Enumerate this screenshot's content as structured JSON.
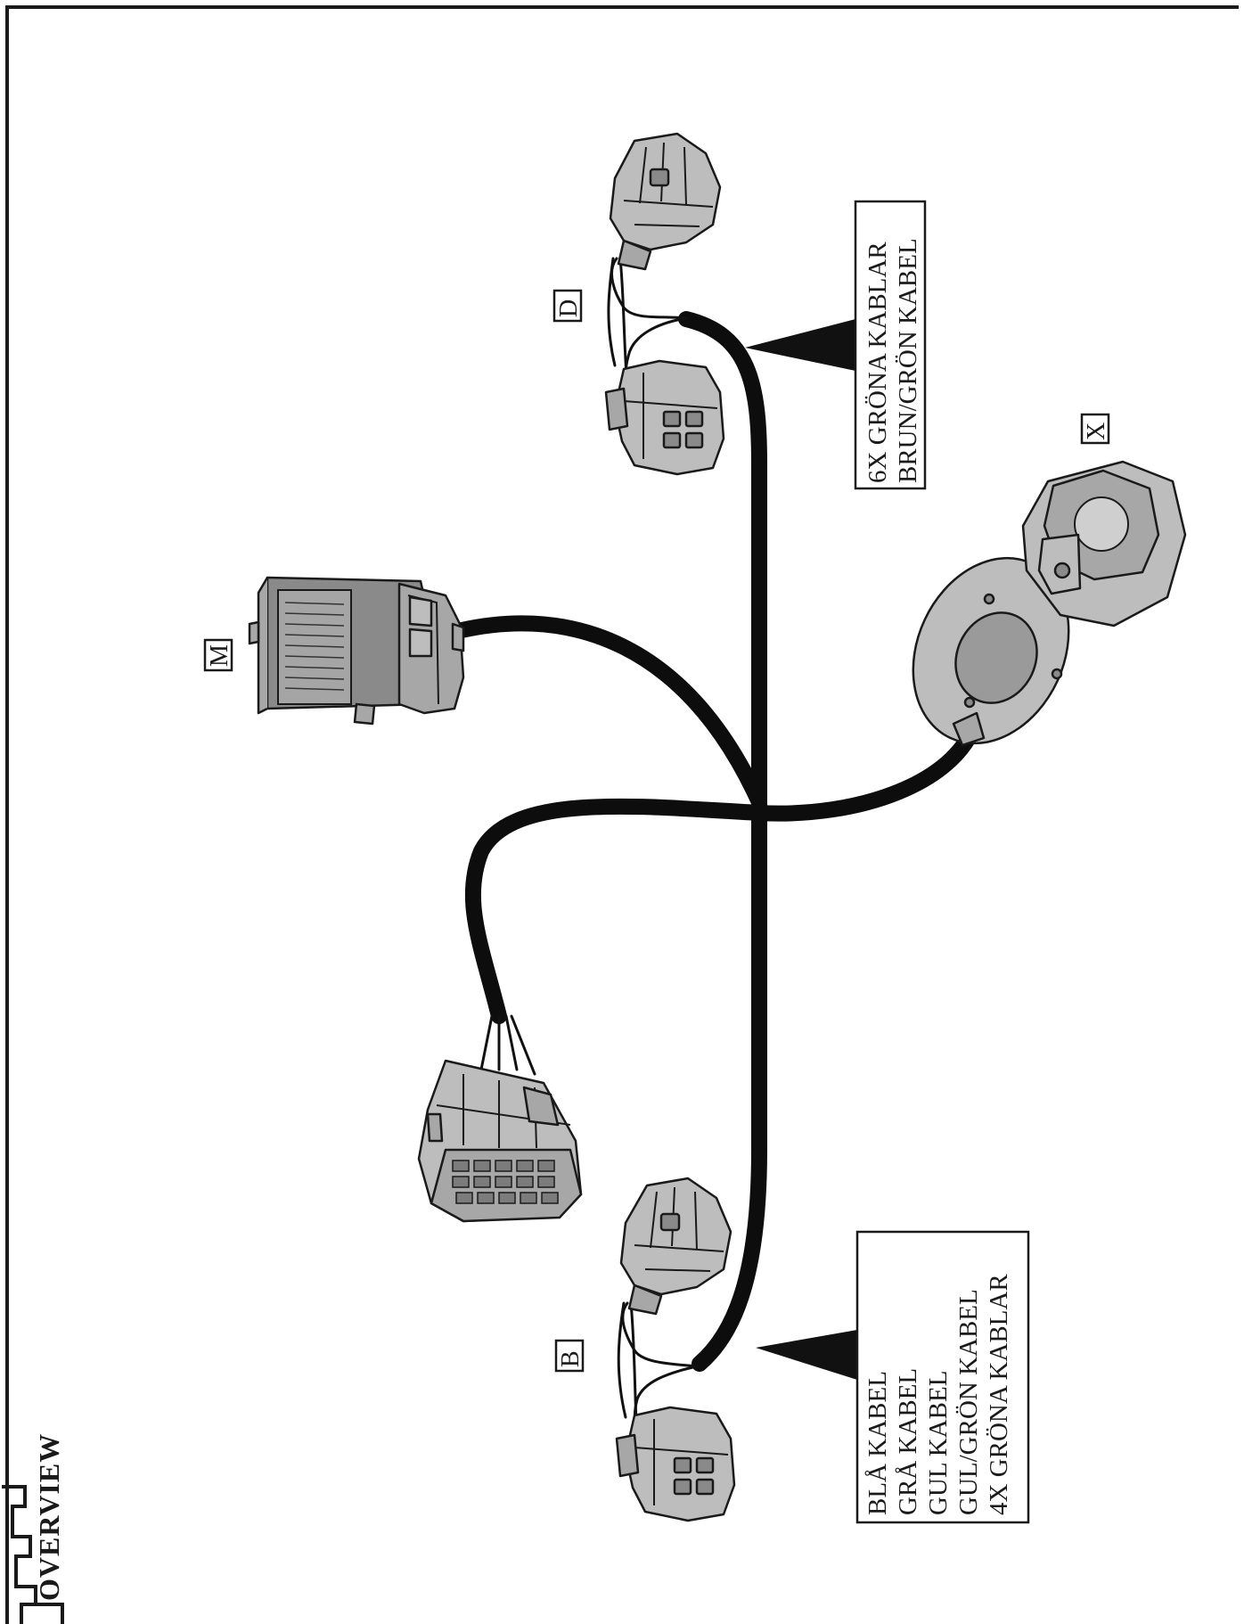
{
  "section_title": "OVERVIEW",
  "callouts": {
    "top": {
      "lines": [
        "6X GRÖNA KABLAR",
        "BRUN/GRÖN KABEL"
      ]
    },
    "bottom": {
      "lines": [
        "BLÅ KABEL",
        "GRÅ KABEL",
        "GUL KABEL",
        "GUL/GRÖN KABEL",
        "4X GRÖNA KABLAR"
      ]
    }
  },
  "labels": {
    "d": "D",
    "m": "M",
    "x": "X",
    "b": "B"
  },
  "colors": {
    "cable": "#0d0d0d",
    "component_gray": "#bdbdbd",
    "module_gray": "#8a8a8a",
    "frame": "#1a1a1a"
  }
}
